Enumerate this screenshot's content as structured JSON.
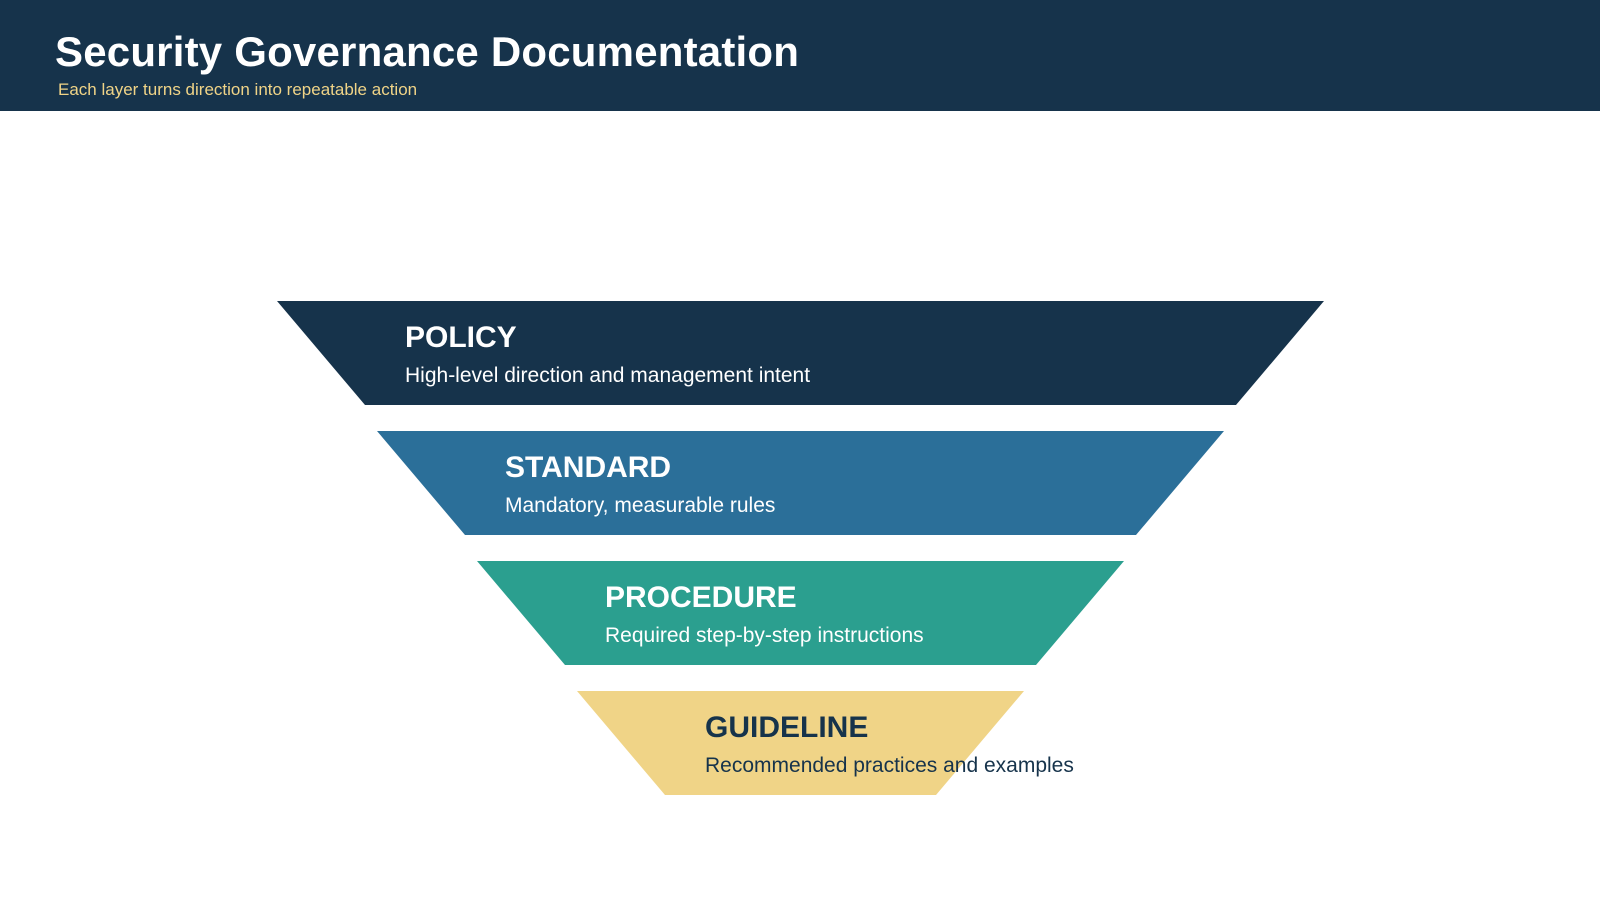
{
  "header": {
    "title": "Security Governance Documentation",
    "subtitle": "Each layer turns direction into repeatable action"
  },
  "colors": {
    "header_bg": "#16334b",
    "subtitle": "#f0d487",
    "policy": "#16334b",
    "standard": "#2b6f99",
    "procedure": "#2b9f8f",
    "guideline": "#f0d487"
  },
  "layers": [
    {
      "title": "POLICY",
      "description": "High-level direction and management intent"
    },
    {
      "title": "STANDARD",
      "description": "Mandatory, measurable rules"
    },
    {
      "title": "PROCEDURE",
      "description": "Required step-by-step instructions"
    },
    {
      "title": "GUIDELINE",
      "description": "Recommended practices and examples"
    }
  ]
}
